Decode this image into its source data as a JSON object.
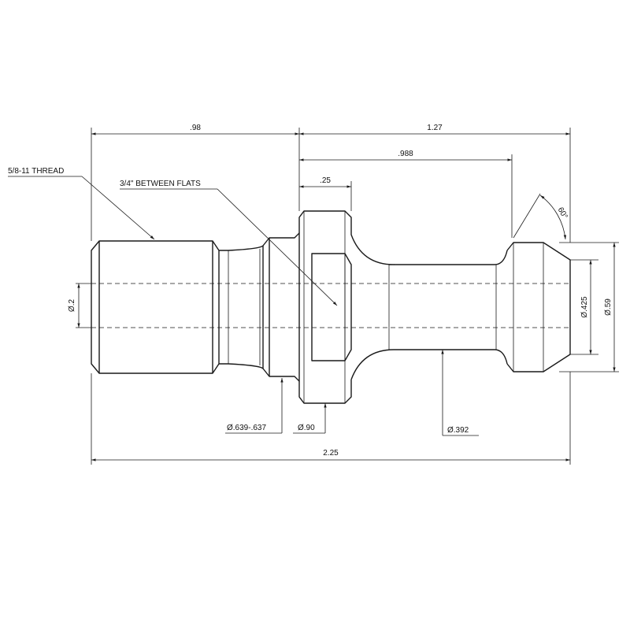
{
  "dimensions": {
    "left_length": ".98",
    "right_length": "1.27",
    "inner_length": ".988",
    "flange_width": ".25",
    "angle": "60°",
    "total_length": "2.25",
    "center_bore": "Ø.2",
    "tip_diameter": "Ø.425",
    "head_diameter": "Ø.59",
    "shank_diameter": "Ø.639-.637",
    "flange_diameter": "Ø.90",
    "neck_diameter": "Ø.392"
  },
  "callouts": {
    "thread": "5/8-11 THREAD",
    "flats": "3/4\" BETWEEN FLATS"
  }
}
